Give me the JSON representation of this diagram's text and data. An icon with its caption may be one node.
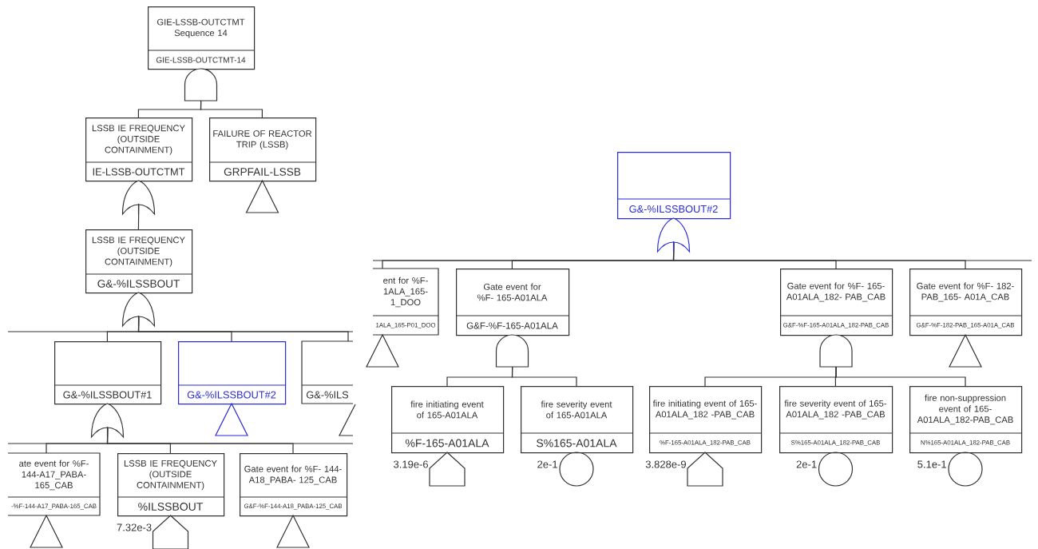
{
  "diagram": {
    "nodes": [
      {
        "text": [
          "GIE-LSSB-OUTCTMT Sequence 14",
          "GIE-LSSB-OUTCTMT-14"
        ]
      },
      {
        "text": [
          "LSSB IE FREQUENCY (OUTSIDE CONTAINMENT)",
          "IE-LSSB-OUTCTMT"
        ]
      },
      {
        "text": [
          "FAILURE OF REACTOR TRIP (LSSB)",
          "GRPFAIL-LSSB"
        ]
      },
      {
        "text": [
          "LSSB IE FREQUENCY (OUTSIDE CONTAINMENT)",
          "G&-%ILSSBOUT"
        ]
      },
      {
        "text": [
          "G&-%ILSSBOUT#1"
        ]
      },
      {
        "text": [
          "G&-%ILSSBOUT#2"
        ]
      },
      {
        "text": [
          "G&-%ILS"
        ]
      },
      {
        "text": [
          "ate event for %F- 144-A17_PABA- 165_CAB",
          "-%F-144-A17_PABA-165_CAB"
        ]
      },
      {
        "text": [
          "LSSB IE FREQUENCY (OUTSIDE CONTAINMENT)",
          "%ILSSBOUT"
        ],
        "beside": [
          "7.32e-3"
        ]
      },
      {
        "text": [
          "Gate event for %F- 144-A18_PABA- 125_CAB",
          "G&F-%F-144-A18_PABA-125_CAB"
        ]
      },
      {
        "text": [
          "G&-%ILSSBOUT#2"
        ]
      },
      {
        "text": [
          "ent for %F- 1ALA_165- 1_DOO",
          "1ALA_165-P01_DOO"
        ]
      },
      {
        "text": [
          "Gate event for %F- 165-A01ALA",
          "G&F-%F-165-A01ALA"
        ]
      },
      {
        "text": [
          "Gate event for %F- 165-A01ALA_182- PAB_CAB",
          "G&F-%F-165-A01ALA_182-PAB_CAB"
        ]
      },
      {
        "text": [
          "Gate event for %F- 182-PAB_165- A01A_CAB",
          "G&F-%F-182-PAB_165-A01A_CAB"
        ]
      },
      {
        "text": [
          "fire initiating event of 165-A01ALA",
          "%F-165-A01ALA"
        ],
        "beside": [
          "3.19e-6"
        ]
      },
      {
        "text": [
          "fire severity event of 165-A01ALA",
          "S%165-A01ALA"
        ],
        "beside": [
          "2e-1"
        ]
      },
      {
        "text": [
          "fire initiating event of 165-A01ALA_182 -PAB_CAB",
          "%F-165-A01ALA_182-PAB_CAB"
        ],
        "beside": [
          "3.828e-9"
        ]
      },
      {
        "text": [
          "fire severity event of 165-A01ALA_182 -PAB_CAB",
          "S%165-A01ALA_182-PAB_CAB"
        ],
        "beside": [
          "2e-1"
        ]
      },
      {
        "text": [
          "fire non-suppression event of 165- A01ALA_182-PAB_CAB",
          "N%165-A01ALA_182-PAB_CAB"
        ],
        "beside": [
          "5.1e-1"
        ]
      }
    ],
    "edges": [
      {
        "from": 0,
        "to": 1,
        "arrow": "none"
      },
      {
        "from": 0,
        "to": 2,
        "arrow": "none"
      },
      {
        "from": 1,
        "to": 3,
        "arrow": "none"
      },
      {
        "from": 3,
        "to": 4,
        "arrow": "none"
      },
      {
        "from": 3,
        "to": 5,
        "arrow": "none"
      },
      {
        "from": 3,
        "to": 6,
        "arrow": "none"
      },
      {
        "from": 4,
        "to": 7,
        "arrow": "none"
      },
      {
        "from": 4,
        "to": 8,
        "arrow": "none"
      },
      {
        "from": 4,
        "to": 9,
        "arrow": "none"
      },
      {
        "from": 10,
        "to": 11,
        "arrow": "none"
      },
      {
        "from": 10,
        "to": 12,
        "arrow": "none"
      },
      {
        "from": 10,
        "to": 13,
        "arrow": "none"
      },
      {
        "from": 10,
        "to": 14,
        "arrow": "none"
      },
      {
        "from": 12,
        "to": 15,
        "arrow": "none"
      },
      {
        "from": 12,
        "to": 16,
        "arrow": "none"
      },
      {
        "from": 13,
        "to": 17,
        "arrow": "none"
      },
      {
        "from": 13,
        "to": 18,
        "arrow": "none"
      },
      {
        "from": 13,
        "to": 19,
        "arrow": "none"
      }
    ]
  }
}
